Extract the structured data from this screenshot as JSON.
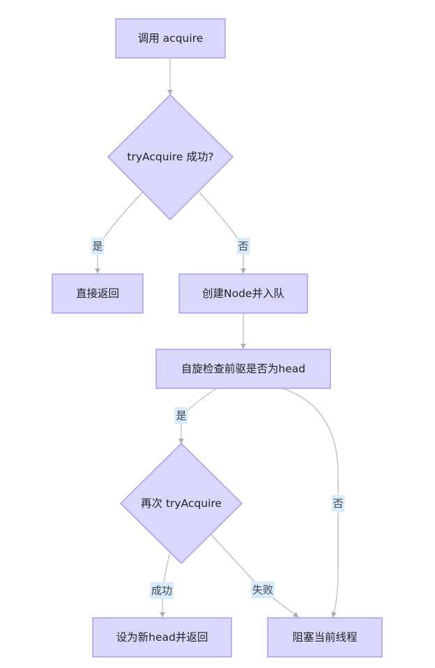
{
  "diagram": {
    "type": "flowchart",
    "direction": "top-down",
    "colors": {
      "node_fill": "#d9d8fc",
      "node_stroke": "#9b95ee",
      "edge": "#bdbdbd",
      "label_bg": "#d6ebfd",
      "text": "#222222"
    },
    "nodes": {
      "call_acquire": {
        "label": "调用 acquire",
        "shape": "rect"
      },
      "try_acquire": {
        "label": "tryAcquire 成功?",
        "shape": "diamond"
      },
      "return_direct": {
        "label": "直接返回",
        "shape": "rect"
      },
      "create_node": {
        "label": "创建Node并入队",
        "shape": "rect"
      },
      "spin_check": {
        "label": "自旋检查前驱是否为head",
        "shape": "rect"
      },
      "retry_acquire": {
        "label": "再次 tryAcquire",
        "shape": "diamond"
      },
      "set_head": {
        "label": "设为新head并返回",
        "shape": "rect"
      },
      "block_thread": {
        "label": "阻塞当前线程",
        "shape": "rect"
      }
    },
    "edges": [
      {
        "from": "call_acquire",
        "to": "try_acquire",
        "label": ""
      },
      {
        "from": "try_acquire",
        "to": "return_direct",
        "label": "是"
      },
      {
        "from": "try_acquire",
        "to": "create_node",
        "label": "否"
      },
      {
        "from": "create_node",
        "to": "spin_check",
        "label": ""
      },
      {
        "from": "spin_check",
        "to": "retry_acquire",
        "label": "是"
      },
      {
        "from": "spin_check",
        "to": "block_thread",
        "label": "否"
      },
      {
        "from": "retry_acquire",
        "to": "set_head",
        "label": "成功"
      },
      {
        "from": "retry_acquire",
        "to": "block_thread",
        "label": "失败"
      }
    ]
  }
}
